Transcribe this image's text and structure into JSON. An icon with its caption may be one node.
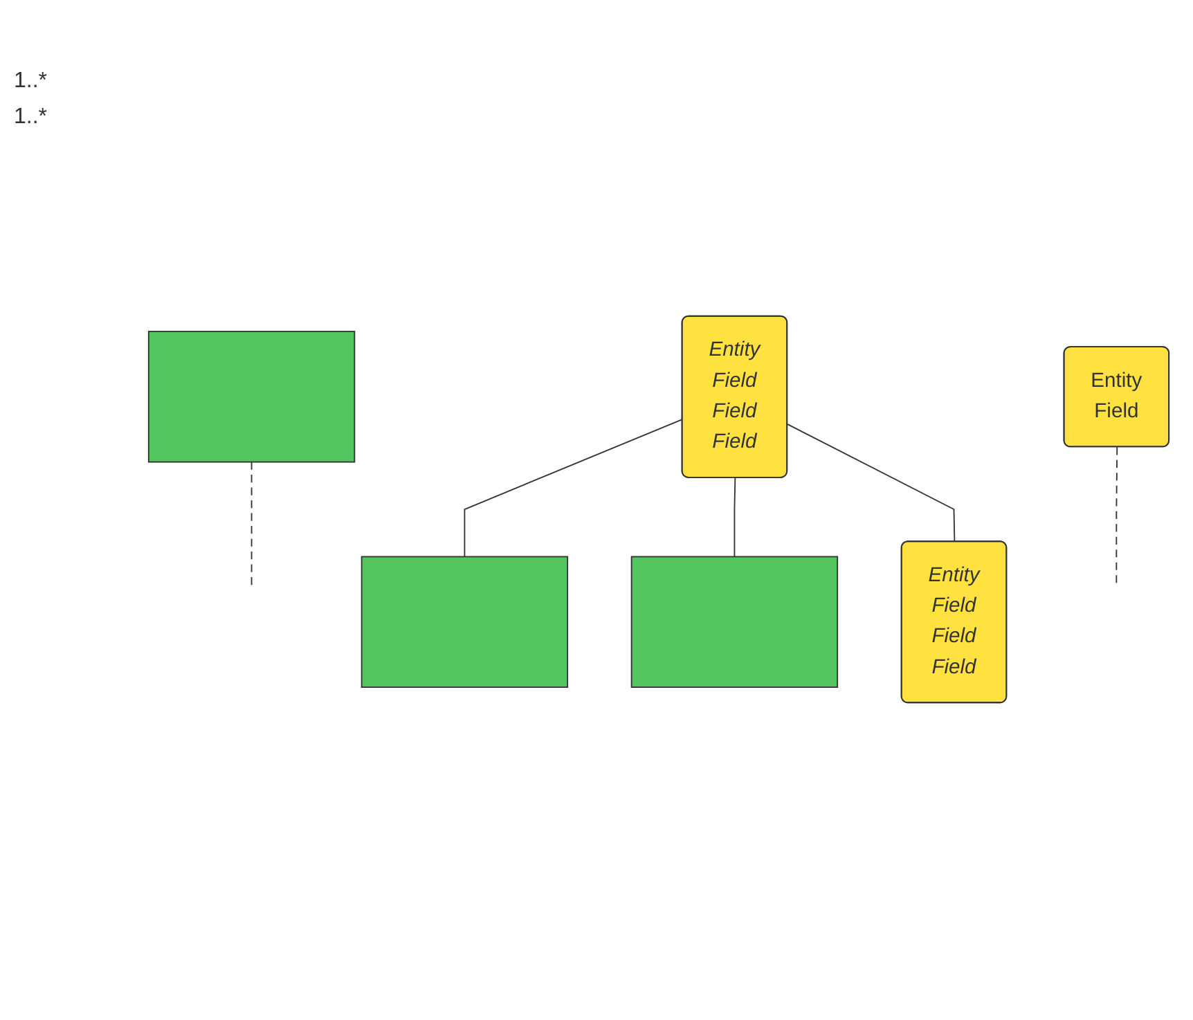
{
  "diagram": {
    "nodes": [
      {
        "text": [],
        "shape": "box"
      },
      {
        "text": [
          "Entity",
          "Field",
          "Field",
          "Field"
        ]
      },
      {
        "text": [],
        "shape": "box"
      },
      {
        "text": [
          "Entity",
          "Field"
        ]
      },
      {
        "text": [],
        "shape": "box"
      },
      {
        "text": [
          "Entity",
          "Field",
          "Field",
          "Field"
        ]
      }
    ],
    "edges": [
      {
        "from": 0,
        "to": null,
        "arrow": "none",
        "style": "dashed"
      },
      {
        "from": 1,
        "to": 2,
        "arrow": "none"
      },
      {
        "from": 1,
        "to": 4,
        "arrow": "none"
      },
      {
        "from": 1,
        "to": 5,
        "arrow": "none"
      },
      {
        "from": 3,
        "to": null,
        "arrow": "none",
        "style": "dashed"
      }
    ],
    "labels": [
      "1..*",
      "1..*"
    ]
  }
}
